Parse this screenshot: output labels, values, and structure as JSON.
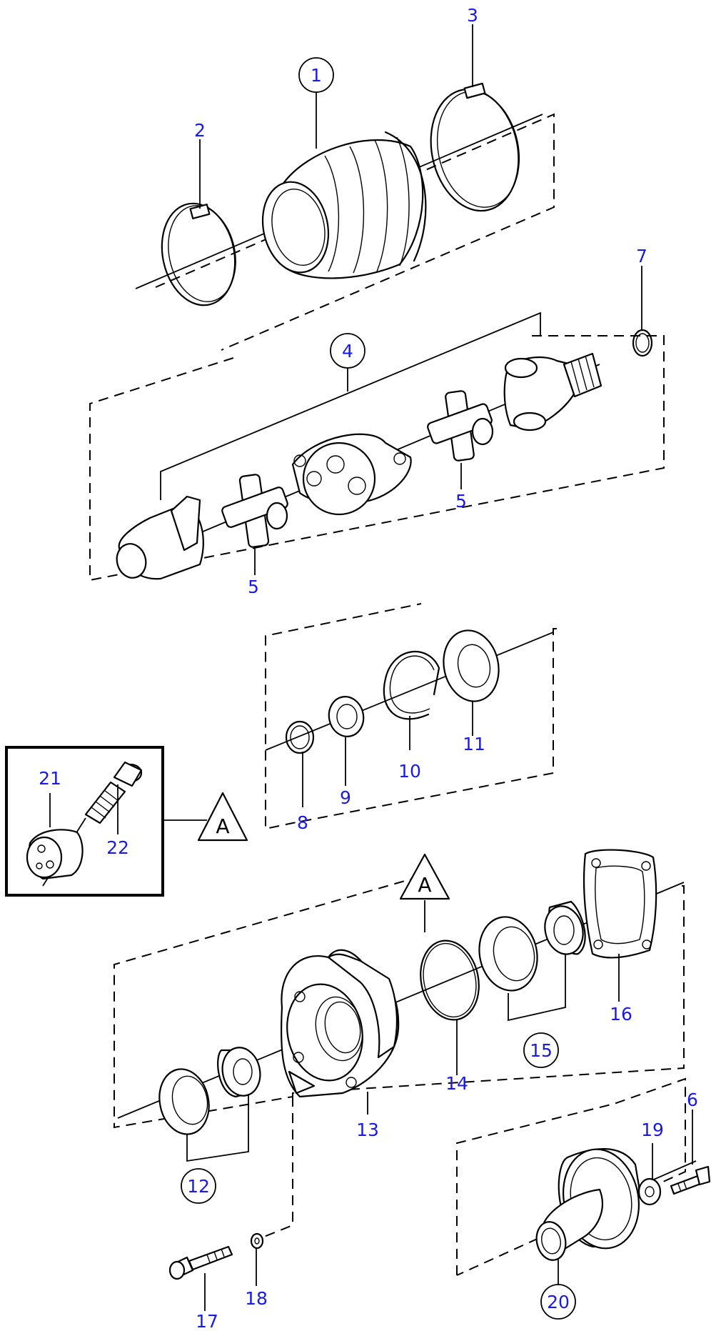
{
  "parts": [
    {
      "id": "1",
      "label": "1"
    },
    {
      "id": "2",
      "label": "2"
    },
    {
      "id": "3",
      "label": "3"
    },
    {
      "id": "4",
      "label": "4"
    },
    {
      "id": "5a",
      "label": "5"
    },
    {
      "id": "5b",
      "label": "5"
    },
    {
      "id": "6",
      "label": "6"
    },
    {
      "id": "7",
      "label": "7"
    },
    {
      "id": "8",
      "label": "8"
    },
    {
      "id": "9",
      "label": "9"
    },
    {
      "id": "10",
      "label": "10"
    },
    {
      "id": "11",
      "label": "11"
    },
    {
      "id": "12",
      "label": "12"
    },
    {
      "id": "13",
      "label": "13"
    },
    {
      "id": "14",
      "label": "14"
    },
    {
      "id": "15",
      "label": "15"
    },
    {
      "id": "16",
      "label": "16"
    },
    {
      "id": "17",
      "label": "17"
    },
    {
      "id": "18",
      "label": "18"
    },
    {
      "id": "19",
      "label": "19"
    },
    {
      "id": "20",
      "label": "20"
    },
    {
      "id": "21",
      "label": "21"
    },
    {
      "id": "22",
      "label": "22"
    }
  ],
  "detail_marker": "A",
  "colors": {
    "label": "#1a1ae6",
    "line": "#000000"
  }
}
